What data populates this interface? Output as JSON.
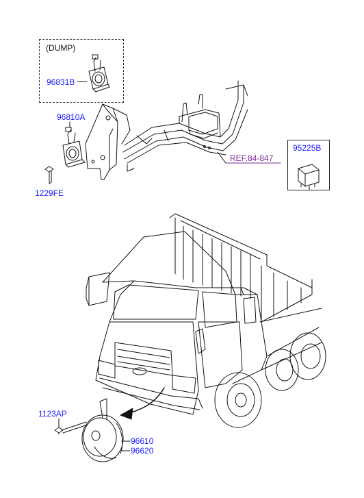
{
  "labels": {
    "dump": "(DUMP)",
    "p96831b": "96831B",
    "p96810a": "96810A",
    "p1229fe": "1229FE",
    "ref": "REF.84-847",
    "p95225b": "95225B",
    "p1123ap": "1123AP",
    "p96610": "96610",
    "p96620": "96620"
  },
  "colors": {
    "part_number": "#1a1aff",
    "reference": "#7a2a9a",
    "line": "#111111"
  }
}
